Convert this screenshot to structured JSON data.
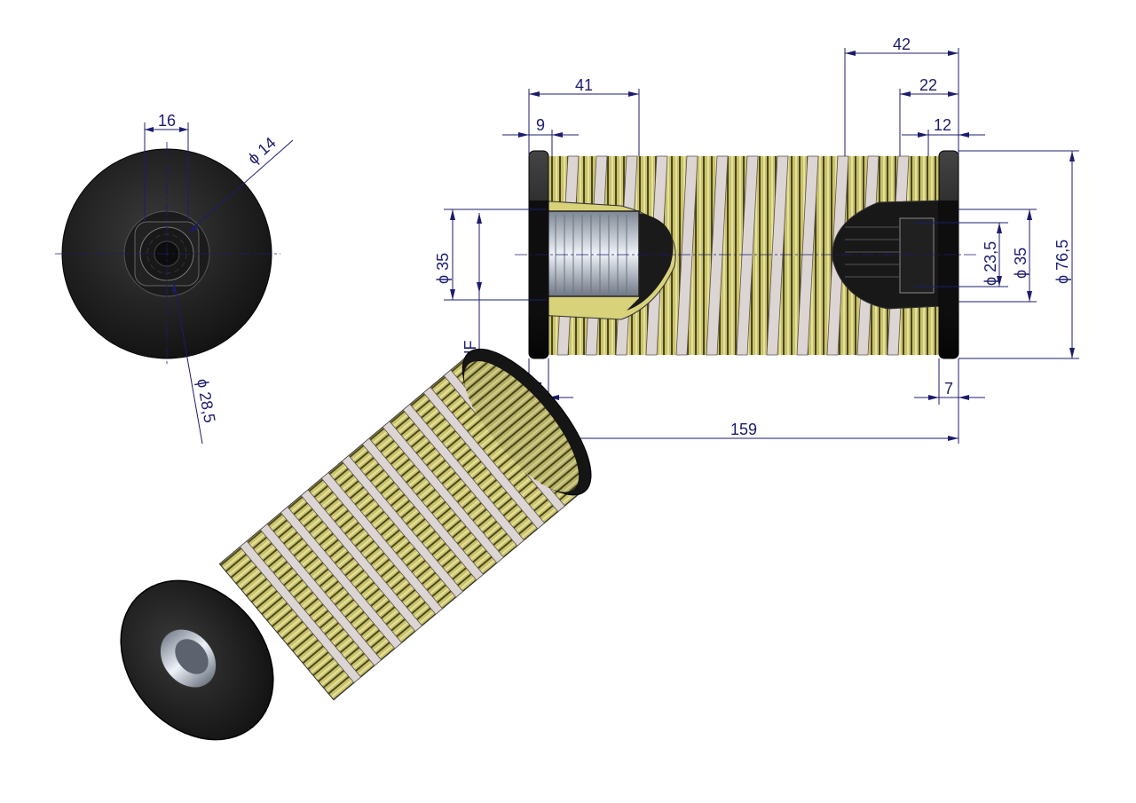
{
  "colors": {
    "dimension": "#1c1c6e",
    "rubber": "#141414",
    "filter_media": "#c8c26a",
    "metal_band": "#d8d2d0",
    "thread": "#b8bec8",
    "background": "#ffffff"
  },
  "end_view": {
    "dim_width": "16",
    "dim_inner_dia": "ϕ 14",
    "dim_outer_dia": "ϕ 28,5"
  },
  "side_view": {
    "dim_41": "41",
    "dim_9": "9",
    "dim_42": "42",
    "dim_22": "22",
    "dim_12": "12",
    "dim_thread_dia": "ϕ 35",
    "dim_thread_spec": "1 1/4\"-12 UNF",
    "dim_left_ring": "7",
    "dim_right_ring": "7",
    "dim_length": "159",
    "dim_bore": "ϕ 23,5",
    "dim_bore_outer": "ϕ 35",
    "dim_outer": "ϕ 76,5"
  },
  "iso_view": {
    "icon": "filter-cartridge-isometric"
  }
}
